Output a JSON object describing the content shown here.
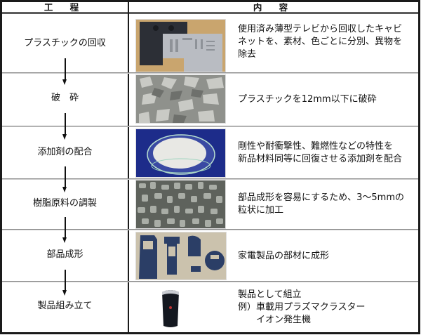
{
  "header": {
    "col_process": "工 程",
    "col_content": "内 容"
  },
  "rows": [
    {
      "step": "プラスチックの回収",
      "image": "collected-tv-cabinets-photo",
      "description": "使用済み薄型テレビから回収したキャビ\nネットを、素材、色ごとに分別、異物を\n除去"
    },
    {
      "step": "破　砕",
      "image": "crushed-plastic-fragments-photo",
      "description": "プラスチックを12mm以下に破砕"
    },
    {
      "step": "添加剤の配合",
      "image": "additive-powder-petri-dish-photo",
      "description": "剛性や耐衝撃性、難燃性などの特性を\n新品材料同等に回復させる添加剤を配合"
    },
    {
      "step": "樹脂原料の調製",
      "image": "resin-pellets-photo",
      "description": "部品成形を容易にするため、3～5mmの\n粒状に加工"
    },
    {
      "step": "部品成形",
      "image": "molded-appliance-parts-photo",
      "description": "家電製品の部材に成形"
    },
    {
      "step": "製品組み立て",
      "image": "car-plasmacluster-ion-generator-photo",
      "description": "製品として組立\n例）車載用プラズマクラスター\n　　イオン発生機"
    }
  ],
  "colors": {
    "border": "#1a1a1a",
    "row_divider": "#888888",
    "text": "#111111"
  }
}
